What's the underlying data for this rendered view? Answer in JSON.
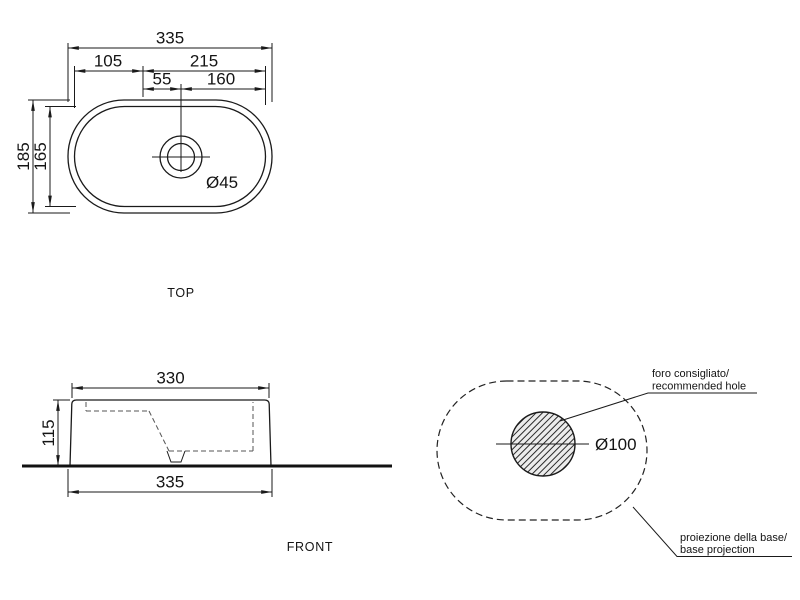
{
  "colors": {
    "ink": "#1a1a1a",
    "background": "#ffffff"
  },
  "top_view": {
    "label": "TOP",
    "dim_overall_width": "335",
    "dim_left_offset": "105",
    "dim_right_span": "215",
    "dim_drain_left": "55",
    "dim_drain_right": "160",
    "dim_overall_depth": "185",
    "dim_inner_depth": "165",
    "drain_diameter": "Ø45"
  },
  "front_view": {
    "label": "FRONT",
    "dim_top_width": "330",
    "dim_height": "115",
    "dim_base_width": "335"
  },
  "base_projection": {
    "hole_diameter": "Ø100",
    "hole_note": [
      "foro consigliato/",
      "recommended hole"
    ],
    "base_note": [
      "proiezione della base/",
      "base projection"
    ]
  }
}
